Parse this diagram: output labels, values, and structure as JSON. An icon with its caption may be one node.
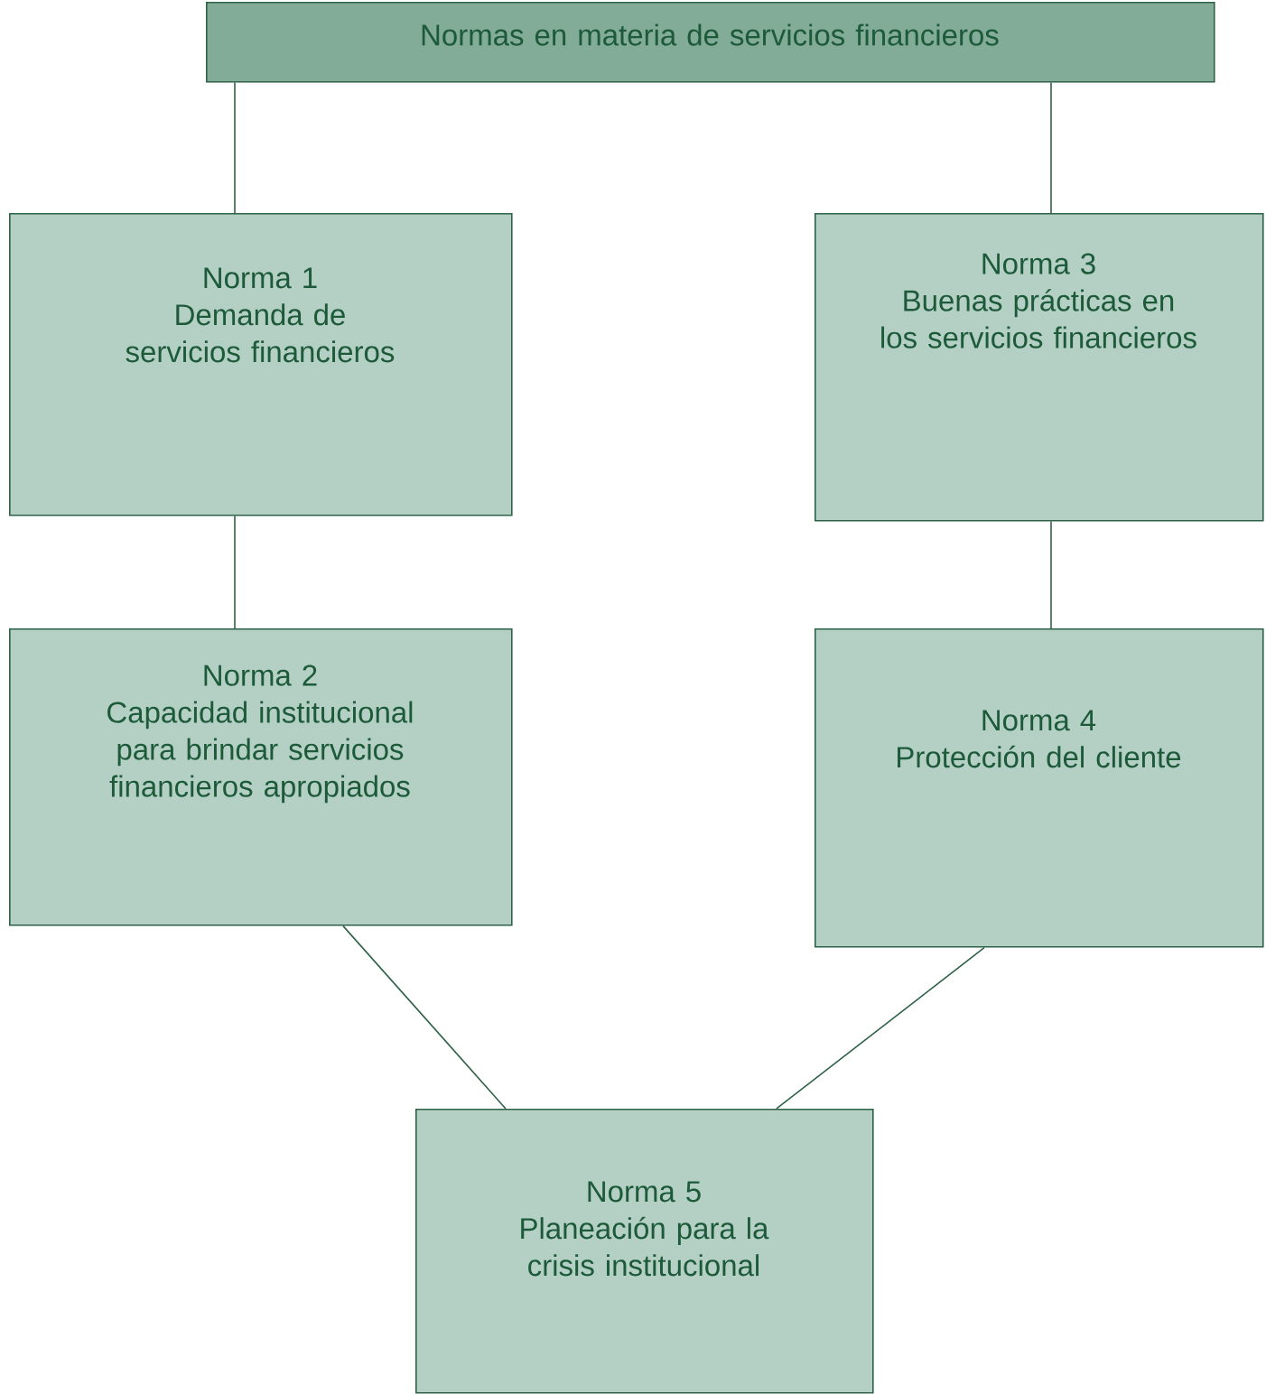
{
  "diagram": {
    "nodes": [
      {
        "text": [
          "Normas en materia de servicios financieros"
        ]
      },
      {
        "text": [
          "Norma 1",
          "Demanda de servicios financieros"
        ]
      },
      {
        "text": [
          "Norma 2",
          "Capacidad institucional para brindar servicios financieros apropiados"
        ]
      },
      {
        "text": [
          "Norma 3",
          "Buenas prácticas en los servicios financieros"
        ]
      },
      {
        "text": [
          "Norma 4",
          "Protección del cliente"
        ]
      },
      {
        "text": [
          "Norma 5",
          "Planeación para la crisis institucional"
        ]
      }
    ],
    "edges": [
      {
        "from": 0,
        "to": 1,
        "arrow": "none"
      },
      {
        "from": 0,
        "to": 3,
        "arrow": "none"
      },
      {
        "from": 1,
        "to": 2,
        "arrow": "none"
      },
      {
        "from": 3,
        "to": 4,
        "arrow": "none"
      },
      {
        "from": 2,
        "to": 5,
        "arrow": "none"
      },
      {
        "from": 4,
        "to": 5,
        "arrow": "none"
      }
    ]
  }
}
